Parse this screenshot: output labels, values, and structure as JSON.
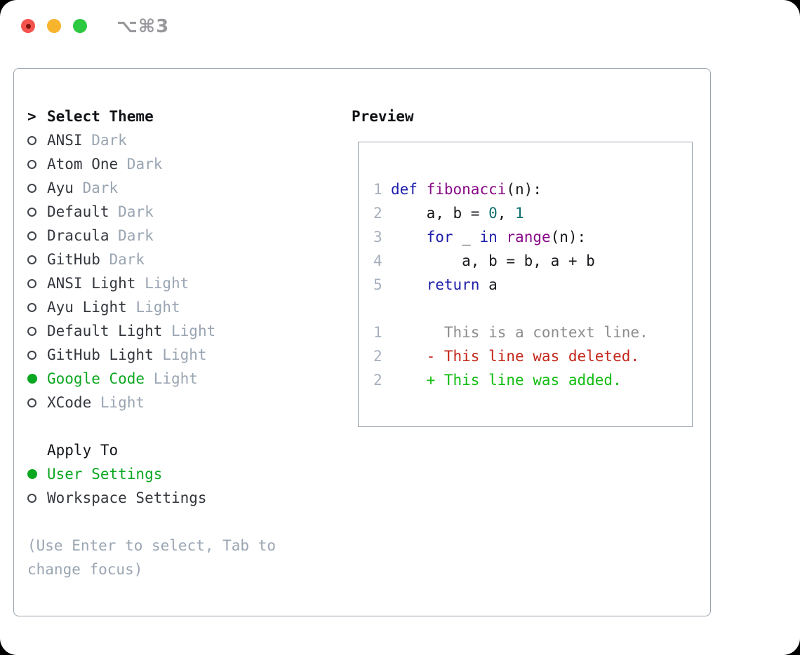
{
  "window": {
    "title": "⌥⌘3"
  },
  "traffic_lights": {
    "close": "red",
    "minimize": "yellow",
    "zoom": "green"
  },
  "colors": {
    "page_bg": "#000000",
    "window_bg": "#ffffff",
    "panel_border": "#9aa3ae",
    "text_primary": "#33373d",
    "text_heading": "#101317",
    "text_muted": "#9aa5b2",
    "ui_green": "#0ca721",
    "title_gray": "#98989d",
    "traffic_red": "#f5534e",
    "traffic_red_dot": "#7e1512",
    "traffic_yellow": "#f7b42c",
    "traffic_green": "#2bc840",
    "ln": "#a6b0bc",
    "kw": "#1d1daa",
    "fn": "#880888",
    "num": "#0b6e6e",
    "pl": "#17191c",
    "ctx": "#8c8c8c",
    "del": "#c3271b",
    "add": "#12bd12"
  },
  "theme_panel": {
    "header": {
      "marker": ">",
      "label": "Select Theme"
    },
    "themes": [
      {
        "name": "ANSI",
        "variant": "Dark",
        "selected": false
      },
      {
        "name": "Atom One",
        "variant": "Dark",
        "selected": false
      },
      {
        "name": "Ayu",
        "variant": "Dark",
        "selected": false
      },
      {
        "name": "Default",
        "variant": "Dark",
        "selected": false
      },
      {
        "name": "Dracula",
        "variant": "Dark",
        "selected": false
      },
      {
        "name": "GitHub",
        "variant": "Dark",
        "selected": false
      },
      {
        "name": "ANSI Light",
        "variant": "Light",
        "selected": false
      },
      {
        "name": "Ayu Light",
        "variant": "Light",
        "selected": false
      },
      {
        "name": "Default Light",
        "variant": "Light",
        "selected": false
      },
      {
        "name": "GitHub Light",
        "variant": "Light",
        "selected": false
      },
      {
        "name": "Google Code",
        "variant": "Light",
        "selected": true
      },
      {
        "name": "XCode",
        "variant": "Light",
        "selected": false
      }
    ],
    "apply_to": {
      "label": "Apply To",
      "options": [
        {
          "label": "User Settings",
          "selected": true
        },
        {
          "label": "Workspace Settings",
          "selected": false
        }
      ]
    },
    "hint": "(Use Enter to select, Tab to change focus)"
  },
  "preview": {
    "label": "Preview",
    "code_lines": [
      {
        "n": "1",
        "tokens": [
          [
            "kw",
            "def"
          ],
          [
            "pl",
            " "
          ],
          [
            "fn",
            "fibonacci"
          ],
          [
            "pl",
            "(n):"
          ]
        ]
      },
      {
        "n": "2",
        "tokens": [
          [
            "pl",
            "    a, b = "
          ],
          [
            "num",
            "0"
          ],
          [
            "pl",
            ", "
          ],
          [
            "num",
            "1"
          ]
        ]
      },
      {
        "n": "3",
        "tokens": [
          [
            "pl",
            "    "
          ],
          [
            "kw",
            "for"
          ],
          [
            "pl",
            " _ "
          ],
          [
            "kw",
            "in"
          ],
          [
            "pl",
            " "
          ],
          [
            "fn",
            "range"
          ],
          [
            "pl",
            "(n):"
          ]
        ]
      },
      {
        "n": "4",
        "tokens": [
          [
            "pl",
            "        a, b = b, a + b"
          ]
        ]
      },
      {
        "n": "5",
        "tokens": [
          [
            "pl",
            "    "
          ],
          [
            "kw",
            "return"
          ],
          [
            "pl",
            " a"
          ]
        ]
      },
      {
        "n": "",
        "tokens": []
      },
      {
        "n": "1",
        "tokens": [
          [
            "ctx",
            "      This is a context line."
          ]
        ]
      },
      {
        "n": "2",
        "tokens": [
          [
            "del",
            "    - This line was deleted."
          ]
        ]
      },
      {
        "n": "2",
        "tokens": [
          [
            "add",
            "    + This line was added."
          ]
        ]
      }
    ]
  }
}
